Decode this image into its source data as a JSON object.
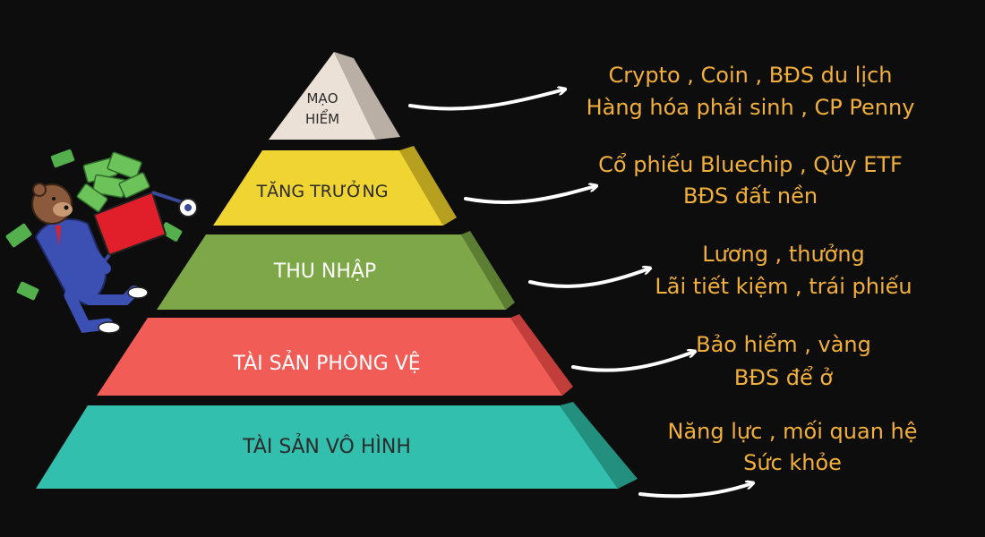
{
  "pyramid": {
    "tiers": [
      {
        "label_lines": [
          "MẠO",
          "HIỂM"
        ],
        "color": "#ebe1d6",
        "side_color": "#b9afa4",
        "description_lines": [
          "Crypto , Coin , BĐS du lịch",
          "Hàng hóa phái sinh , CP Penny"
        ]
      },
      {
        "label_lines": [
          "TĂNG TRƯỞNG"
        ],
        "color": "#f0d431",
        "side_color": "#b79f1f",
        "description_lines": [
          "Cổ phiếu Bluechip , Qũy ETF",
          "BĐS đất nền"
        ]
      },
      {
        "label_lines": [
          "THU NHẬP"
        ],
        "color": "#7ea747",
        "side_color": "#5b7e33",
        "description_lines": [
          "Lương , thưởng",
          "Lãi tiết kiệm , trái phiếu"
        ]
      },
      {
        "label_lines": [
          "TÀI SẢN PHÒNG VỆ"
        ],
        "color": "#f25c57",
        "side_color": "#c23e3b",
        "description_lines": [
          "Bảo hiểm , vàng",
          "BĐS để ở"
        ]
      },
      {
        "label_lines": [
          "TÀI SẢN VÔ HÌNH"
        ],
        "color": "#33bfad",
        "side_color": "#23907f",
        "description_lines": [
          "Năng lực , mối quan hệ",
          "Sức khỏe"
        ]
      }
    ]
  },
  "colors": {
    "background": "#0d0d0d",
    "description_text": "#f2b03a",
    "arrow": "#ffffff",
    "label_text": "#2b2b2b"
  },
  "illustration": {
    "icon": "businessman-pushing-money-cart-icon"
  }
}
